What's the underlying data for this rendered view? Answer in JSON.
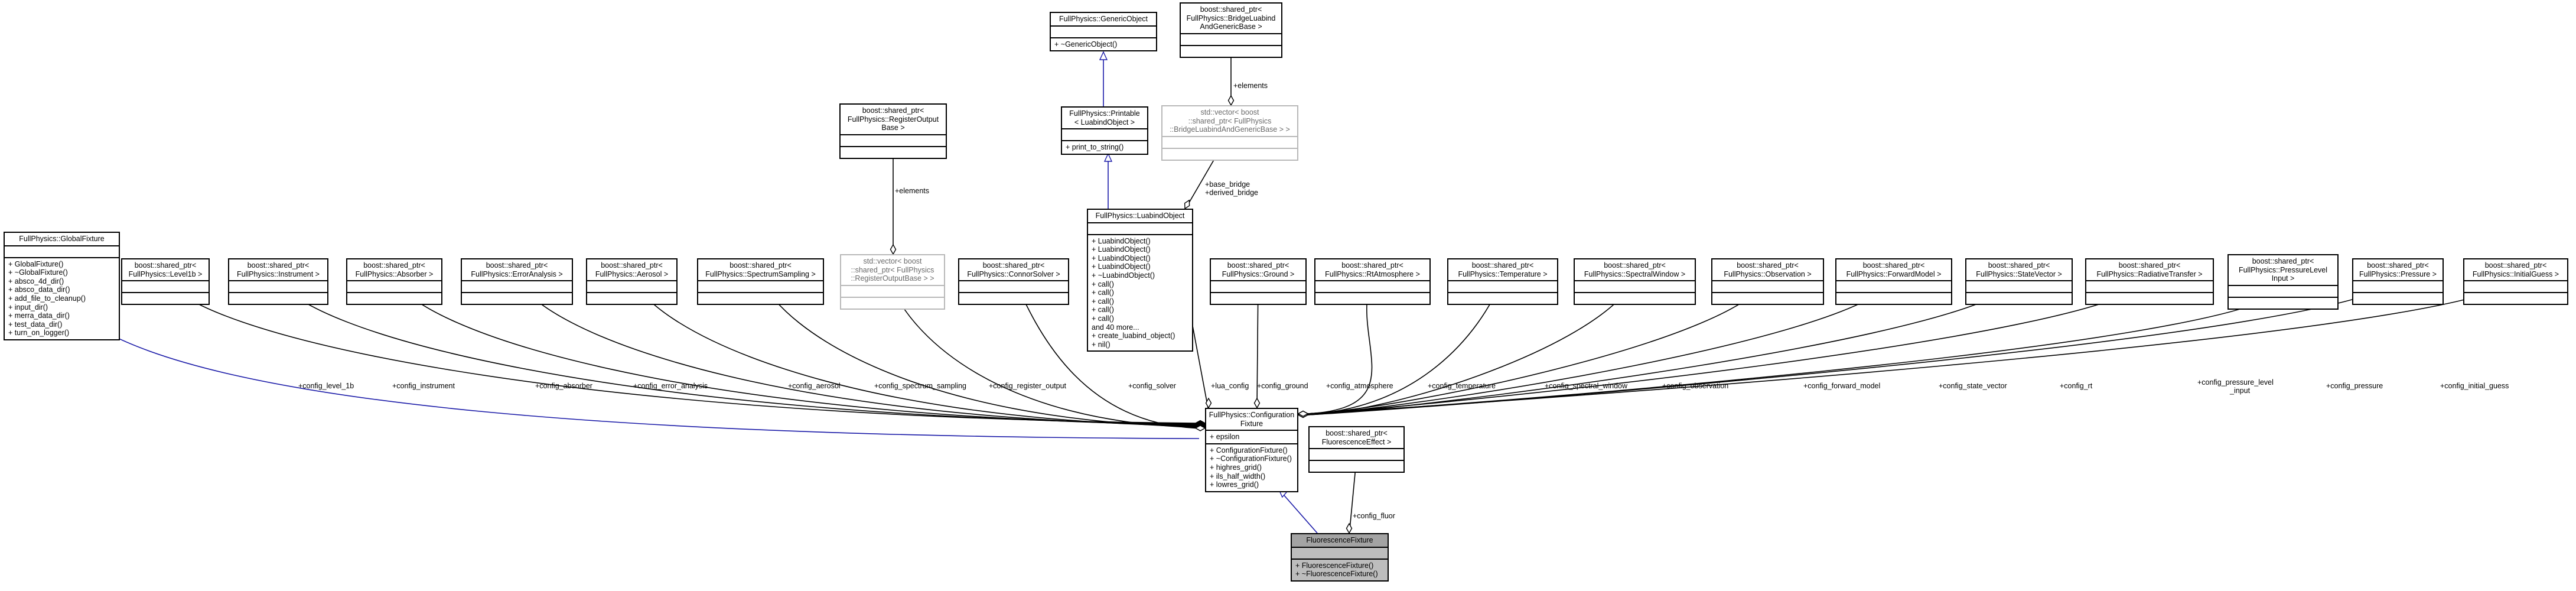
{
  "colors": {
    "inherit_edge": "#1a1aa8",
    "focus_fill": "#bfbfbf",
    "ghost_border": "#b8b8b8"
  },
  "classes": {
    "global_fixture": {
      "title": [
        "FullPhysics::GlobalFixture"
      ],
      "attrs": [],
      "ops": [
        "+ GlobalFixture()",
        "+ ~GlobalFixture()",
        "+ absco_4d_dir()",
        "+ absco_data_dir()",
        "+ add_file_to_cleanup()",
        "+ input_dir()",
        "+ merra_data_dir()",
        "+ test_data_dir()",
        "+ turn_on_logger()"
      ]
    },
    "level1b": {
      "title": [
        "boost::shared_ptr<",
        "FullPhysics::Level1b >"
      ]
    },
    "instrument": {
      "title": [
        "boost::shared_ptr<",
        "FullPhysics::Instrument >"
      ]
    },
    "absorber": {
      "title": [
        "boost::shared_ptr<",
        "FullPhysics::Absorber >"
      ]
    },
    "error_analysis": {
      "title": [
        "boost::shared_ptr<",
        "FullPhysics::ErrorAnalysis >"
      ]
    },
    "aerosol": {
      "title": [
        "boost::shared_ptr<",
        "FullPhysics::Aerosol >"
      ]
    },
    "spectrum_sampling": {
      "title": [
        "boost::shared_ptr<",
        "FullPhysics::SpectrumSampling >"
      ]
    },
    "vector_register_output": {
      "title": [
        "std::vector< boost",
        "::shared_ptr< FullPhysics",
        "::RegisterOutputBase > >"
      ]
    },
    "register_output": {
      "title": [
        "boost::shared_ptr<",
        "FullPhysics::RegisterOutput",
        "Base >"
      ]
    },
    "connor_solver": {
      "title": [
        "boost::shared_ptr<",
        "FullPhysics::ConnorSolver >"
      ]
    },
    "lua_object": {
      "title": [
        "FullPhysics::LuabindObject"
      ],
      "ops": [
        "+ LuabindObject()",
        "+ LuabindObject()",
        "+ LuabindObject()",
        "+ LuabindObject()",
        "+ ~LuabindObject()",
        "+ call()",
        "+ call()",
        "+ call()",
        "+ call()",
        "+ call()",
        "and 40 more...",
        "+ create_luabind_object()",
        "+ nil()"
      ]
    },
    "printable": {
      "title": [
        "FullPhysics::Printable",
        "< LuabindObject >"
      ],
      "ops": [
        "+ print_to_string()"
      ]
    },
    "generic_object": {
      "title": [
        "FullPhysics::GenericObject"
      ],
      "ops": [
        "+ ~GenericObject()"
      ]
    },
    "vector_bridge": {
      "title": [
        "std::vector< boost",
        "::shared_ptr< FullPhysics",
        "::BridgeLuabindAndGenericBase > >"
      ]
    },
    "bridge": {
      "title": [
        "boost::shared_ptr<",
        "FullPhysics::BridgeLuabind",
        "AndGenericBase >"
      ]
    },
    "ground": {
      "title": [
        "boost::shared_ptr<",
        "FullPhysics::Ground >"
      ]
    },
    "rt_atmosphere": {
      "title": [
        "boost::shared_ptr<",
        "FullPhysics::RtAtmosphere >"
      ]
    },
    "temperature": {
      "title": [
        "boost::shared_ptr<",
        "FullPhysics::Temperature >"
      ]
    },
    "spectral_window": {
      "title": [
        "boost::shared_ptr<",
        "FullPhysics::SpectralWindow >"
      ]
    },
    "observation": {
      "title": [
        "boost::shared_ptr<",
        "FullPhysics::Observation >"
      ]
    },
    "forward_model": {
      "title": [
        "boost::shared_ptr<",
        "FullPhysics::ForwardModel >"
      ]
    },
    "state_vector": {
      "title": [
        "boost::shared_ptr<",
        "FullPhysics::StateVector >"
      ]
    },
    "radiative_transfer": {
      "title": [
        "boost::shared_ptr<",
        "FullPhysics::RadiativeTransfer >"
      ]
    },
    "pressure_level_input": {
      "title": [
        "boost::shared_ptr<",
        "FullPhysics::PressureLevel",
        "Input >"
      ]
    },
    "pressure": {
      "title": [
        "boost::shared_ptr<",
        "FullPhysics::Pressure >"
      ]
    },
    "initial_guess": {
      "title": [
        "boost::shared_ptr<",
        "FullPhysics::InitialGuess >"
      ]
    },
    "configuration_fixture": {
      "title": [
        "FullPhysics::Configuration",
        "Fixture"
      ],
      "attrs": [
        "+ epsilon"
      ],
      "ops": [
        "+ ConfigurationFixture()",
        "+ ~ConfigurationFixture()",
        "+ highres_grid()",
        "+ ils_half_width()",
        "+ lowres_grid()"
      ]
    },
    "fluorescence_effect": {
      "title": [
        "boost::shared_ptr<",
        "FluorescenceEffect >"
      ]
    },
    "fluorescence_fixture": {
      "title": [
        "FluorescenceFixture"
      ],
      "ops": [
        "+ FluorescenceFixture()",
        "+ ~FluorescenceFixture()"
      ]
    }
  },
  "edge_labels": {
    "config_level_1b": "+config_level_1b",
    "config_instrument": "+config_instrument",
    "config_absorber": "+config_absorber",
    "config_error_analysis": "+config_error_analysis",
    "config_aerosol": "+config_aerosol",
    "config_spectrum_sampling": "+config_spectrum_sampling",
    "config_register_output": "+config_register_output",
    "config_solver": "+config_solver",
    "lua_config": "+lua_config",
    "config_ground": "+config_ground",
    "config_atmosphere": "+config_atmosphere",
    "config_temperature": "+config_temperature",
    "config_spectral_window": "+config_spectral_window",
    "config_observation": "+config_observation",
    "config_forward_model": "+config_forward_model",
    "config_state_vector": "+config_state_vector",
    "config_rt": "+config_rt",
    "config_pressure_level_input": [
      "+config_pressure_level",
      "_input"
    ],
    "config_pressure": "+config_pressure",
    "config_initial_guess": "+config_initial_guess",
    "config_fluor": "+config_fluor",
    "elements_register": "+elements",
    "elements_bridge": "+elements",
    "base_bridge": [
      "+base_bridge",
      "+derived_bridge"
    ]
  }
}
